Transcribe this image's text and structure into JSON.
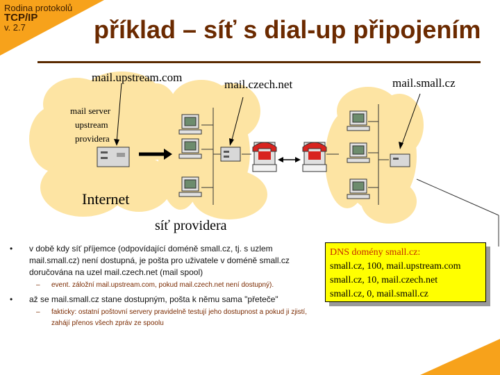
{
  "badge": {
    "line1": "Rodina protokolů",
    "line2": "TCP/IP",
    "line3": "v. 2.7"
  },
  "title": "příklad – síť s dial-up připojením",
  "diagram": {
    "mail_upstream": "mail.upstream.com",
    "mail_czech": "mail.czech.net",
    "mail_small": "mail.small.cz",
    "server_note_1": "mail  server",
    "server_note_2": "upstream",
    "server_note_3": "providera",
    "internet": "Internet",
    "provider_net": "síť providera"
  },
  "bullets": [
    {
      "text": "v době kdy síť příjemce (odpovídající doméně small.cz, tj. s uzlem mail.small.cz)  není dostupná, je pošta pro uživatele v doméně small.cz doručována na uzel mail.czech.net (mail spool)",
      "sub": "event. záložní mail.upstream.com, pokud mail.czech.net není dostupný)."
    },
    {
      "text": "až se mail.small.cz  stane dostupným, pošta k němu sama \"přeteče\"",
      "sub": "fakticky:  ostatní poštovní servery pravidelně testují jeho dostupnost a pokud ji zjistí, zahájí přenos všech zpráv ze spoolu"
    }
  ],
  "dns": {
    "heading": "DNS domény  small.cz:",
    "rows": [
      "small.cz,   100, mail.upstream.com",
      "small.cz,   10, mail.czech.net",
      "small.cz,   0, mail.small.cz"
    ]
  }
}
